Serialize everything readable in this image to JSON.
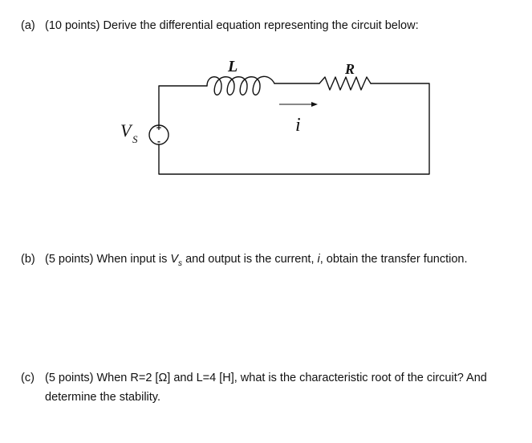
{
  "part_a": {
    "label": "(a)",
    "points": "(10 points)",
    "text": "Derive the differential equation representing the circuit below:"
  },
  "circuit": {
    "inductor_label": "L",
    "resistor_label": "R",
    "current_label": "i",
    "source_label_main": "V",
    "source_label_sub": "S",
    "source_plus": "+",
    "source_minus": "-"
  },
  "part_b": {
    "label": "(b)",
    "points": "(5 points)",
    "text_1": "When input is",
    "input_main": "V",
    "input_sub": "s",
    "text_2": "and output is the current,",
    "output_var": "i",
    "text_3": ", obtain the transfer function."
  },
  "part_c": {
    "label": "(c)",
    "points": "(5 points)",
    "text_line1": "When R=2 [Ω] and L=4 [H], what is the characteristic root of the circuit? And",
    "text_line2": "determine the stability."
  }
}
